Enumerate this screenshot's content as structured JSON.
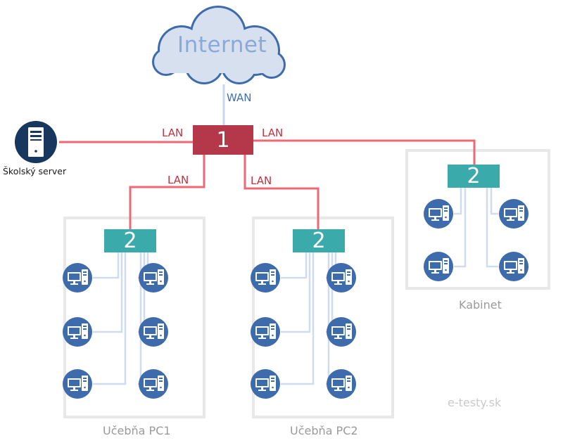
{
  "cloud": {
    "label": "Internet"
  },
  "links": {
    "wan": "WAN",
    "lan": "LAN"
  },
  "core_switch": {
    "label": "1"
  },
  "access_switch": {
    "label": "2"
  },
  "server": {
    "label": "Školský server"
  },
  "rooms": [
    {
      "name": "Učebňa PC1"
    },
    {
      "name": "Učebňa PC2"
    },
    {
      "name": "Kabinet"
    }
  ],
  "watermark": "e-testy.sk",
  "colors": {
    "lan_line": "#ec6a75",
    "wan_line": "#c9d7ec",
    "core_switch": "#b5384a",
    "access_switch": "#3aaaaa",
    "pc_circle": "#3d6bab",
    "server_circle": "#17375e",
    "room_border": "#e8e8e8",
    "drop_line": "#cfdcef"
  }
}
